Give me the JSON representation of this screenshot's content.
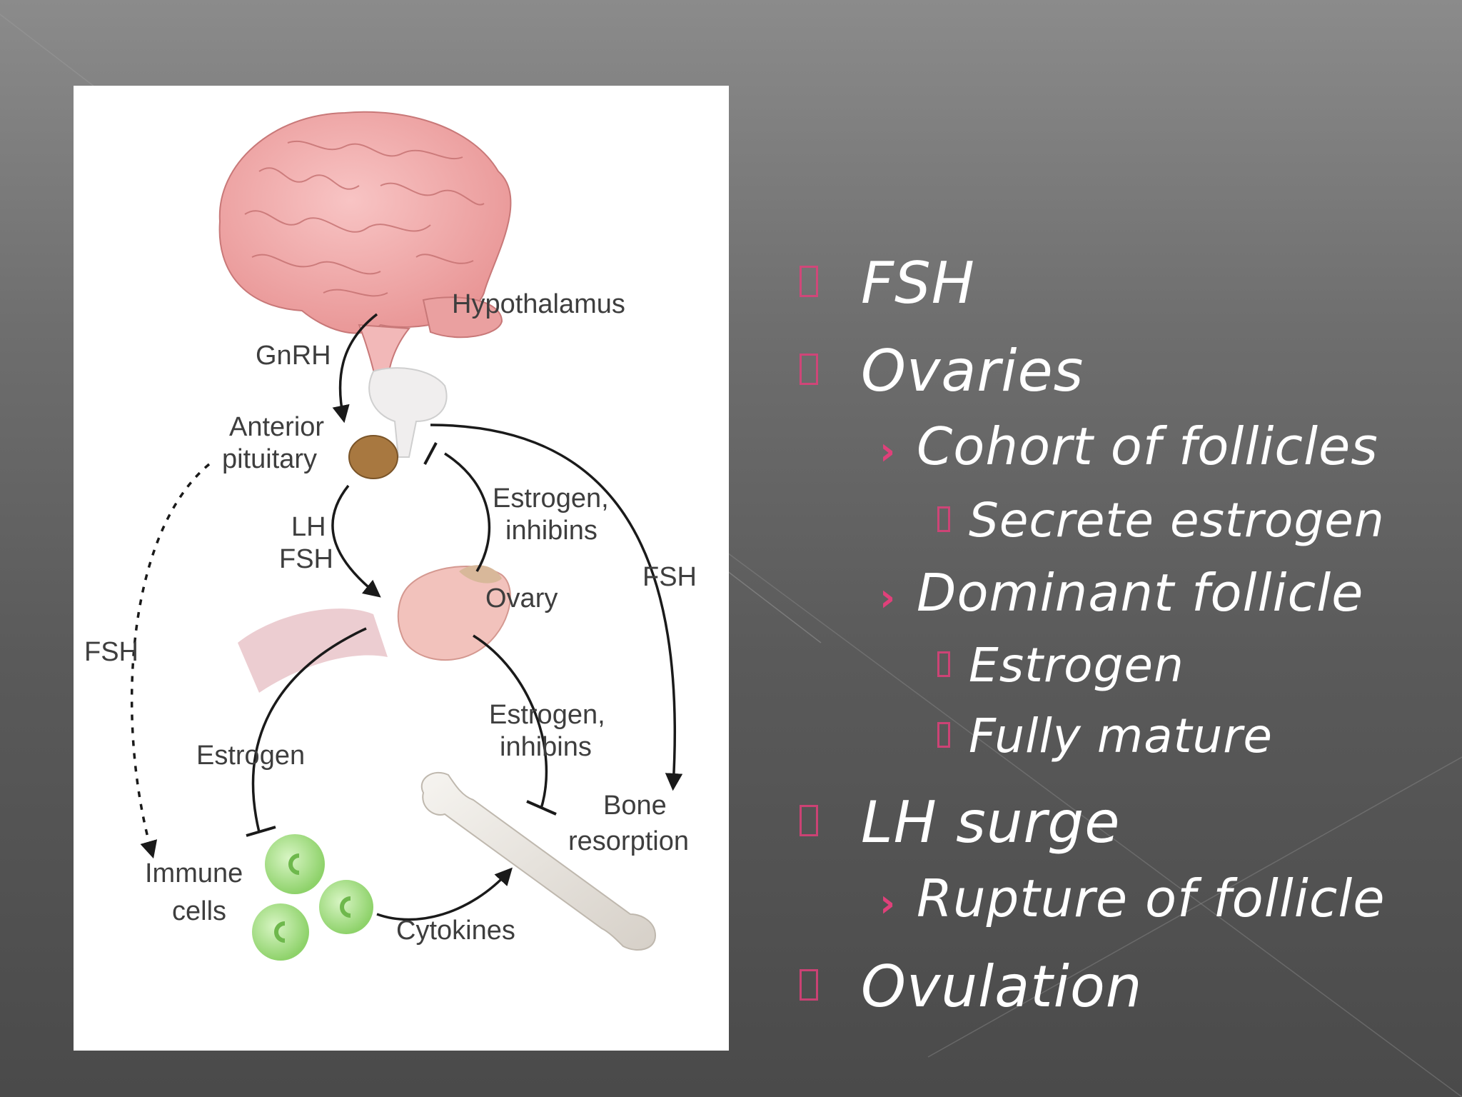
{
  "colors": {
    "accent": "#e0407a",
    "text": "#ffffff",
    "panel": "#ffffff",
    "brain": "#f0a8a8",
    "bone": "#e8e4df",
    "cells": "#9edc7e"
  },
  "diagram": {
    "labels": {
      "hypothalamus": "Hypothalamus",
      "gnrh": "GnRH",
      "anterior": "Anterior",
      "pituitary": "pituitary",
      "lh": "LH",
      "fsh_center": "FSH",
      "estrogen_top_1": "Estrogen,",
      "estrogen_top_2": "inhibins",
      "ovary": "Ovary",
      "fsh_right": "FSH",
      "fsh_left": "FSH",
      "estrogen_left": "Estrogen",
      "estrogen_mid_1": "Estrogen,",
      "estrogen_mid_2": "inhibins",
      "bone": "Bone",
      "resorption": "resorption",
      "immune": "Immune",
      "cells": "cells",
      "cytokines": "Cytokines"
    }
  },
  "bullets": [
    {
      "level": 1,
      "text": "FSH"
    },
    {
      "level": 1,
      "text": "Ovaries"
    },
    {
      "level": 2,
      "text": "Cohort of follicles"
    },
    {
      "level": 3,
      "text": "Secrete estrogen"
    },
    {
      "level": 2,
      "text": "Dominant follicle"
    },
    {
      "level": 3,
      "text": "Estrogen"
    },
    {
      "level": 3,
      "text": "Fully mature"
    },
    {
      "level": 1,
      "text": "LH surge"
    },
    {
      "level": 2,
      "text": "Rupture of follicle"
    },
    {
      "level": 1,
      "text": "Ovulation"
    }
  ],
  "level2_marker": "›"
}
